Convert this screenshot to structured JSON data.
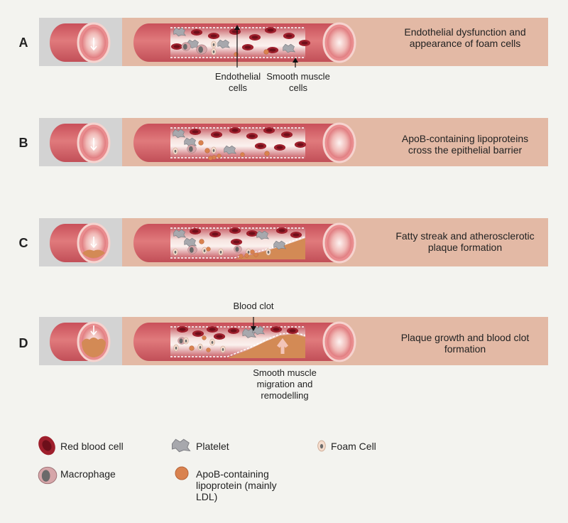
{
  "stages": [
    {
      "letter": "A",
      "description": "Endothelial dysfunction and appearance of foam cells"
    },
    {
      "letter": "B",
      "description": "ApoB-containing lipoproteins cross the epithelial barrier"
    },
    {
      "letter": "C",
      "description": "Fatty streak and atherosclerotic plaque formation"
    },
    {
      "letter": "D",
      "description": "Plaque growth and blood clot formation"
    }
  ],
  "callouts": {
    "endothelial": "Endothelial cells",
    "smooth_muscle": "Smooth muscle cells",
    "blood_clot": "Blood clot",
    "migration": "Smooth muscle migration and remodelling"
  },
  "legend": {
    "red_blood_cell": "Red blood cell",
    "platelet": "Platelet",
    "foam_cell": "Foam Cell",
    "macrophage": "Macrophage",
    "lipoprotein": "ApoB-containing lipoprotein (mainly LDL)"
  },
  "colors": {
    "vessel": "#d9686c",
    "vessel_dark": "#b5424c",
    "rbc": "#9e1f2c",
    "plaque": "#d38a55",
    "panel_bg": "#e3b9a5",
    "cross_bg": "#d3d3d3",
    "platelet": "#a8a8ad",
    "lipoprotein": "#d9824f"
  }
}
